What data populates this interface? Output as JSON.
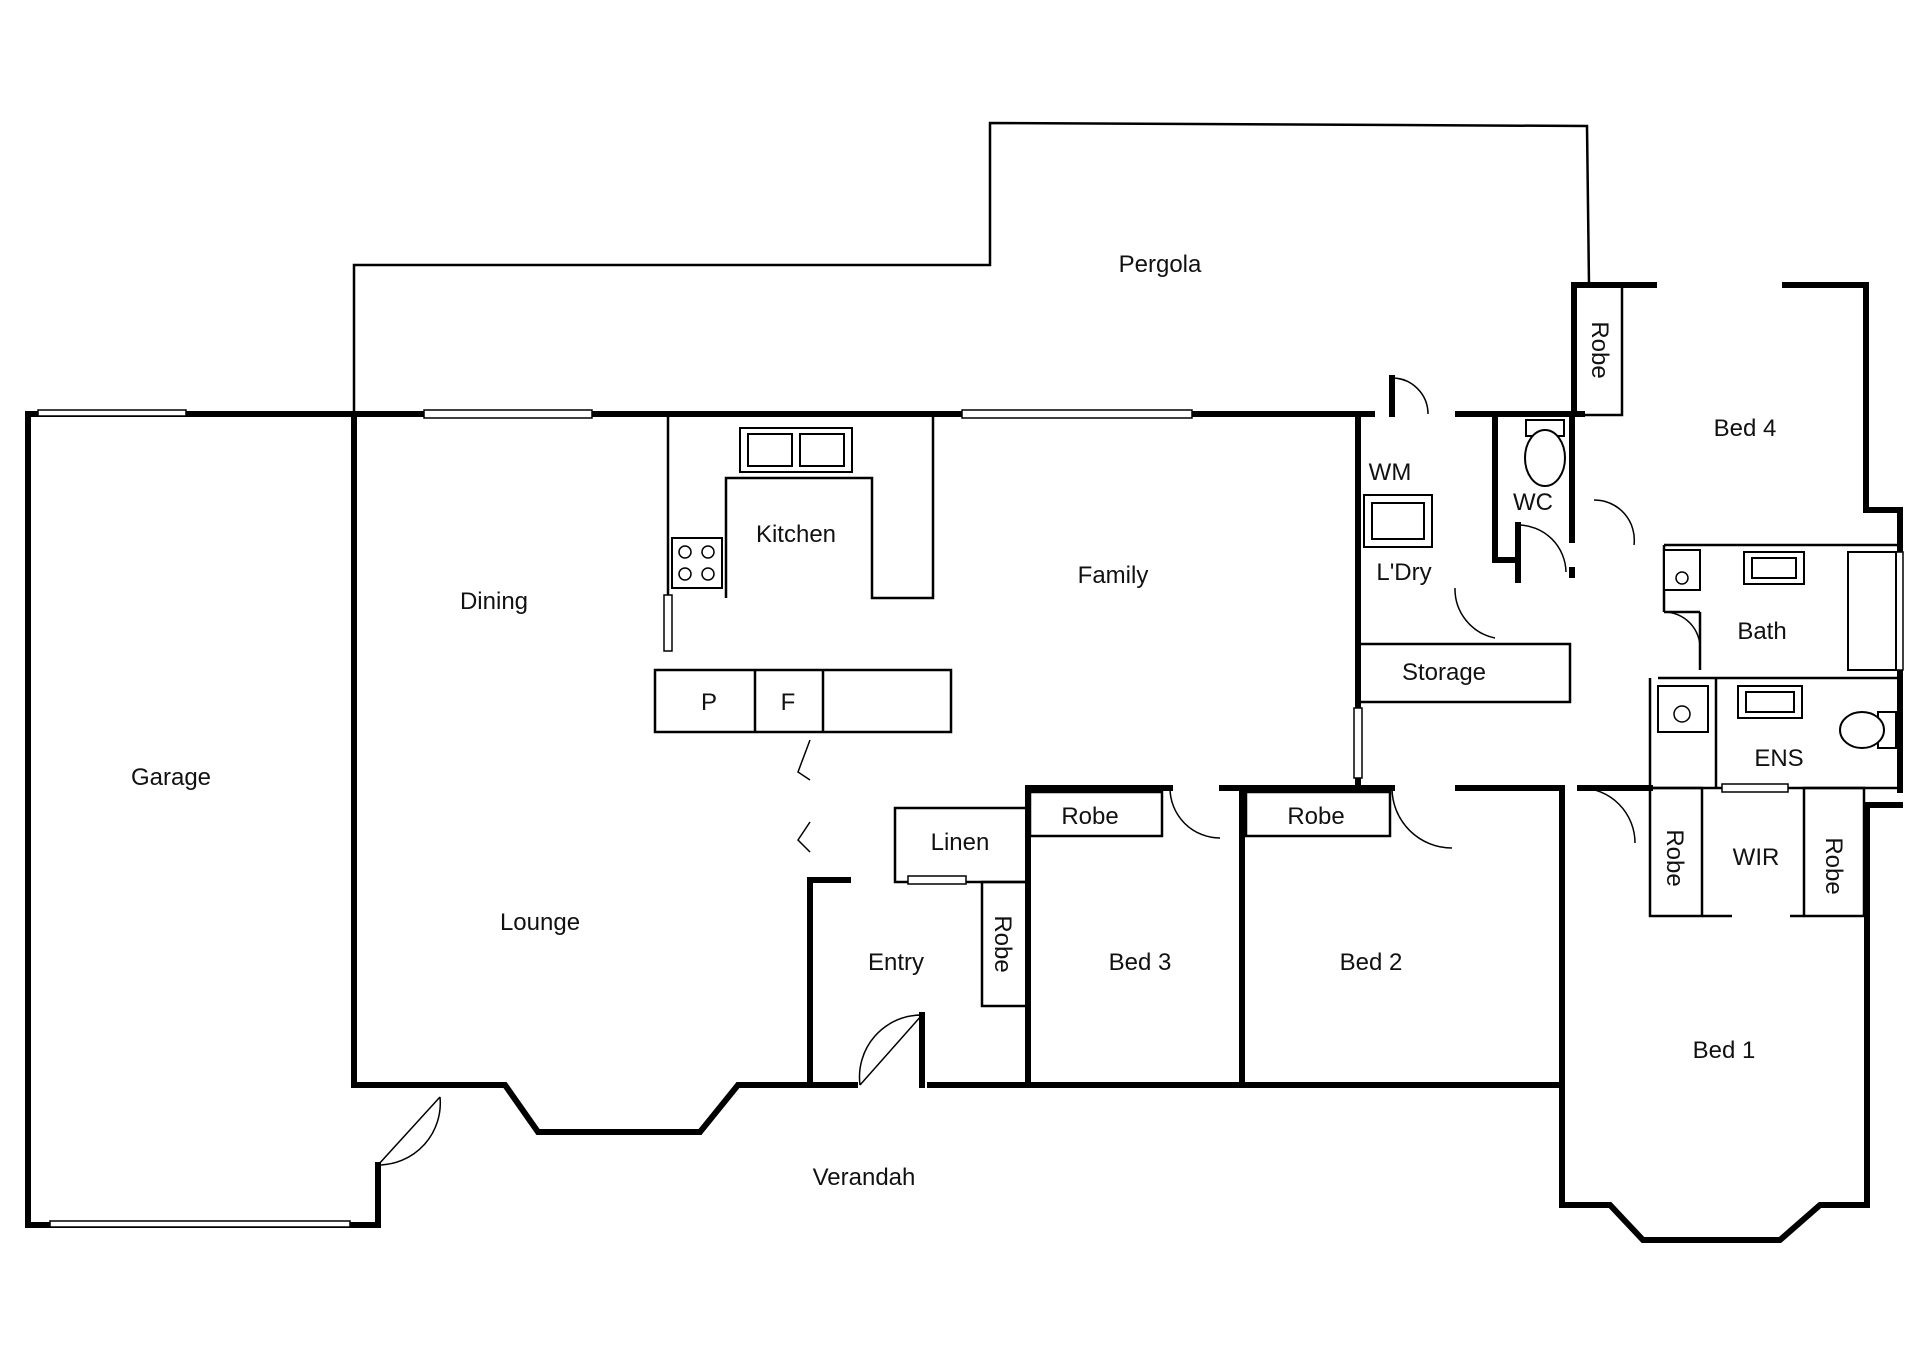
{
  "rooms": {
    "pergola": "Pergola",
    "robe_bed4": "Robe",
    "bed4": "Bed 4",
    "wm": "WM",
    "wc": "WC",
    "kitchen": "Kitchen",
    "family": "Family",
    "dining": "Dining",
    "laundry": "L'Dry",
    "bath": "Bath",
    "storage": "Storage",
    "pantry": "P",
    "fridge": "F",
    "garage": "Garage",
    "ens": "ENS",
    "linen": "Linen",
    "robe_bed3": "Robe",
    "robe_bed2": "Robe",
    "robe_entry": "Robe",
    "robe_wir_left": "Robe",
    "wir": "WIR",
    "robe_wir_right": "Robe",
    "lounge": "Lounge",
    "entry": "Entry",
    "bed3": "Bed 3",
    "bed2": "Bed 2",
    "bed1": "Bed 1",
    "verandah": "Verandah"
  }
}
